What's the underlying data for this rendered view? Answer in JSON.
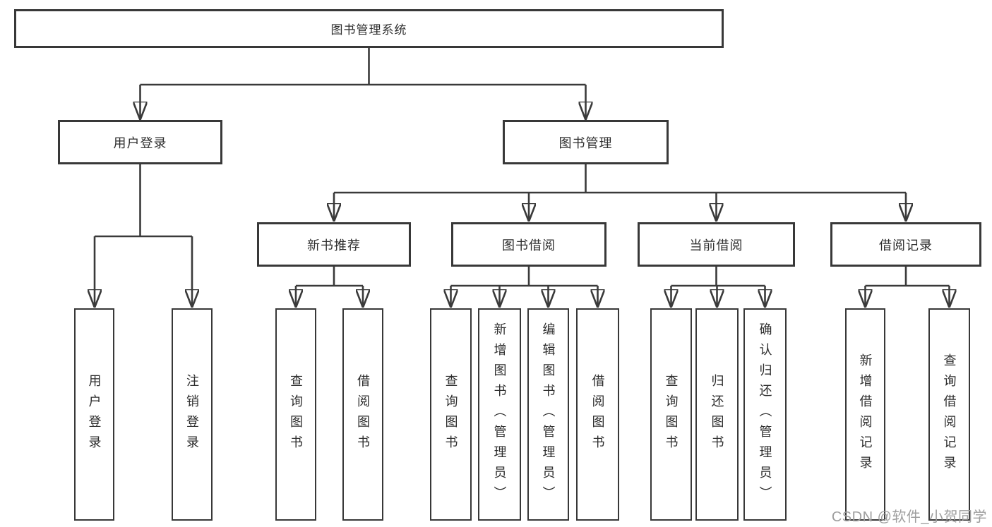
{
  "diagram": {
    "title": "图书管理系统",
    "type": "function-structure-tree",
    "colors": {
      "line": "#3a3a3a",
      "box_border": "#383838",
      "box_background": "#ffffff",
      "text": "#2d2d2d",
      "watermark_text": "#9e9e9e",
      "page_background": "#ffffff"
    },
    "nodes": {
      "root": {
        "label": "图书管理系统",
        "level": 1
      },
      "user_login": {
        "label": "用户登录",
        "level": 2,
        "parent": "root"
      },
      "book_mgmt": {
        "label": "图书管理",
        "level": 2,
        "parent": "root"
      },
      "new_book_rec": {
        "label": "新书推荐",
        "level": 3,
        "parent": "book_mgmt"
      },
      "book_borrow": {
        "label": "图书借阅",
        "level": 3,
        "parent": "book_mgmt"
      },
      "current_borrow": {
        "label": "当前借阅",
        "level": 3,
        "parent": "book_mgmt"
      },
      "borrow_records": {
        "label": "借阅记录",
        "level": 3,
        "parent": "book_mgmt"
      },
      "leaf_user_login": {
        "label": "用户登录",
        "level": 4,
        "parent": "user_login"
      },
      "leaf_logout": {
        "label": "注销登录",
        "level": 4,
        "parent": "user_login"
      },
      "leaf_query_book_1": {
        "label": "查询图书",
        "level": 4,
        "parent": "new_book_rec"
      },
      "leaf_borrow_book_1": {
        "label": "借阅图书",
        "level": 4,
        "parent": "new_book_rec"
      },
      "leaf_query_book_2": {
        "label": "查询图书",
        "level": 4,
        "parent": "book_borrow"
      },
      "leaf_add_book": {
        "label": "新增图书（管理员）",
        "level": 4,
        "parent": "book_borrow"
      },
      "leaf_edit_book": {
        "label": "编辑图书（管理员）",
        "level": 4,
        "parent": "book_borrow"
      },
      "leaf_borrow_book_2": {
        "label": "借阅图书",
        "level": 4,
        "parent": "book_borrow"
      },
      "leaf_query_book_3": {
        "label": "查询图书",
        "level": 4,
        "parent": "current_borrow"
      },
      "leaf_return_book": {
        "label": "归还图书",
        "level": 4,
        "parent": "current_borrow"
      },
      "leaf_confirm_return": {
        "label": "确认归还（管理员）",
        "level": 4,
        "parent": "current_borrow"
      },
      "leaf_add_record": {
        "label": "新增借阅记录",
        "level": 4,
        "parent": "borrow_records"
      },
      "leaf_query_record": {
        "label": "查询借阅记录",
        "level": 4,
        "parent": "borrow_records"
      }
    },
    "watermark": {
      "text": "CSDN @软件_小贺同学"
    }
  }
}
